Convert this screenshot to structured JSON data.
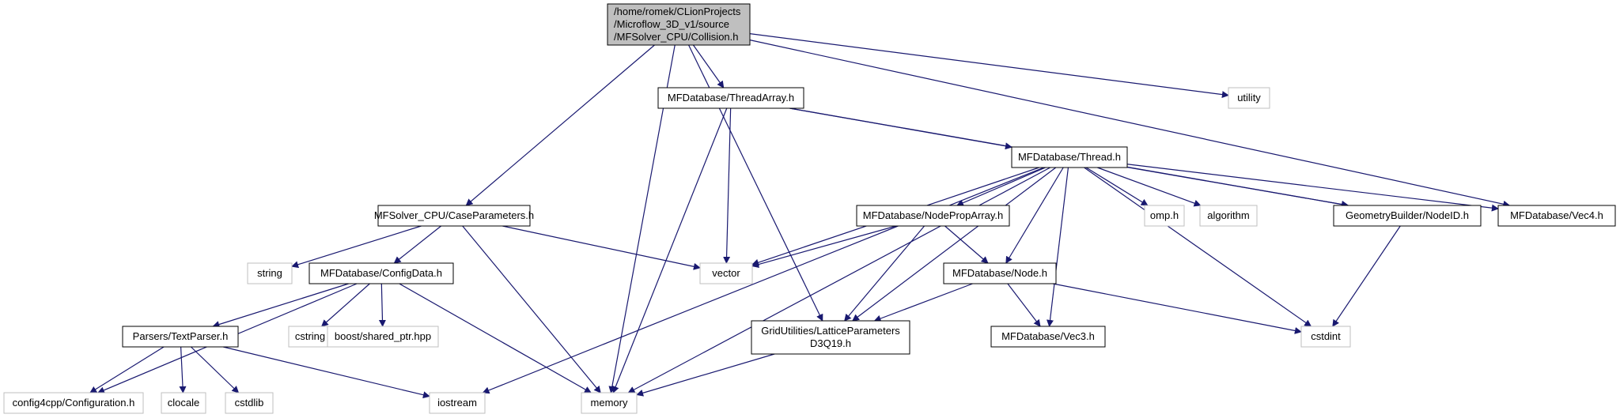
{
  "colors": {
    "edge": "#191970",
    "root_fill": "#bfbfbf",
    "node_stroke": "#000000",
    "external_stroke": "#bfbfbf",
    "background": "#ffffff"
  },
  "nodes": [
    {
      "id": "root",
      "lines": [
        "/home/romek/CLionProjects",
        "/Microflow_3D_v1/source",
        "/MFSolver_CPU/Collision.h"
      ],
      "kind": "root"
    },
    {
      "id": "utility",
      "lines": [
        "utility"
      ],
      "kind": "external"
    },
    {
      "id": "threadarray",
      "lines": [
        "MFDatabase/ThreadArray.h"
      ],
      "kind": "documented"
    },
    {
      "id": "thread",
      "lines": [
        "MFDatabase/Thread.h"
      ],
      "kind": "documented"
    },
    {
      "id": "caseparams",
      "lines": [
        "MFSolver_CPU/CaseParameters.h"
      ],
      "kind": "documented"
    },
    {
      "id": "nodeproparray",
      "lines": [
        "MFDatabase/NodePropArray.h"
      ],
      "kind": "documented"
    },
    {
      "id": "omp",
      "lines": [
        "omp.h"
      ],
      "kind": "external"
    },
    {
      "id": "algorithm",
      "lines": [
        "algorithm"
      ],
      "kind": "external"
    },
    {
      "id": "nodeid",
      "lines": [
        "GeometryBuilder/NodeID.h"
      ],
      "kind": "documented"
    },
    {
      "id": "vec4",
      "lines": [
        "MFDatabase/Vec4.h"
      ],
      "kind": "documented"
    },
    {
      "id": "string",
      "lines": [
        "string"
      ],
      "kind": "external"
    },
    {
      "id": "configdata",
      "lines": [
        "MFDatabase/ConfigData.h"
      ],
      "kind": "documented"
    },
    {
      "id": "vector",
      "lines": [
        "vector"
      ],
      "kind": "external"
    },
    {
      "id": "node",
      "lines": [
        "MFDatabase/Node.h"
      ],
      "kind": "documented"
    },
    {
      "id": "textparser",
      "lines": [
        "Parsers/TextParser.h"
      ],
      "kind": "documented"
    },
    {
      "id": "cstring",
      "lines": [
        "cstring"
      ],
      "kind": "external"
    },
    {
      "id": "sharedptr",
      "lines": [
        "boost/shared_ptr.hpp"
      ],
      "kind": "external"
    },
    {
      "id": "latticeparams",
      "lines": [
        "GridUtilities/LatticeParameters",
        "D3Q19.h"
      ],
      "kind": "documented"
    },
    {
      "id": "vec3",
      "lines": [
        "MFDatabase/Vec3.h"
      ],
      "kind": "documented"
    },
    {
      "id": "cstdint",
      "lines": [
        "cstdint"
      ],
      "kind": "external"
    },
    {
      "id": "configuration",
      "lines": [
        "config4cpp/Configuration.h"
      ],
      "kind": "external"
    },
    {
      "id": "clocale",
      "lines": [
        "clocale"
      ],
      "kind": "external"
    },
    {
      "id": "cstdlib",
      "lines": [
        "cstdlib"
      ],
      "kind": "external"
    },
    {
      "id": "iostream",
      "lines": [
        "iostream"
      ],
      "kind": "external"
    },
    {
      "id": "memory",
      "lines": [
        "memory"
      ],
      "kind": "external"
    }
  ],
  "edges": [
    [
      "root",
      "utility"
    ],
    [
      "root",
      "threadarray"
    ],
    [
      "root",
      "caseparams"
    ],
    [
      "root",
      "vec4"
    ],
    [
      "root",
      "latticeparams"
    ],
    [
      "root",
      "memory"
    ],
    [
      "threadarray",
      "thread"
    ],
    [
      "threadarray",
      "nodeid"
    ],
    [
      "threadarray",
      "vector"
    ],
    [
      "threadarray",
      "memory"
    ],
    [
      "thread",
      "nodeproparray"
    ],
    [
      "thread",
      "omp"
    ],
    [
      "thread",
      "algorithm"
    ],
    [
      "thread",
      "nodeid"
    ],
    [
      "thread",
      "vec4"
    ],
    [
      "thread",
      "vector"
    ],
    [
      "thread",
      "node"
    ],
    [
      "thread",
      "latticeparams"
    ],
    [
      "thread",
      "vec3"
    ],
    [
      "thread",
      "cstdint"
    ],
    [
      "thread",
      "iostream"
    ],
    [
      "thread",
      "memory"
    ],
    [
      "caseparams",
      "string"
    ],
    [
      "caseparams",
      "configdata"
    ],
    [
      "caseparams",
      "vector"
    ],
    [
      "caseparams",
      "memory"
    ],
    [
      "nodeproparray",
      "vector"
    ],
    [
      "nodeproparray",
      "node"
    ],
    [
      "nodeproparray",
      "latticeparams"
    ],
    [
      "nodeid",
      "cstdint"
    ],
    [
      "configdata",
      "textparser"
    ],
    [
      "configdata",
      "cstring"
    ],
    [
      "configdata",
      "sharedptr"
    ],
    [
      "configdata",
      "configuration"
    ],
    [
      "configdata",
      "memory"
    ],
    [
      "node",
      "latticeparams"
    ],
    [
      "node",
      "vec3"
    ],
    [
      "node",
      "cstdint"
    ],
    [
      "textparser",
      "configuration"
    ],
    [
      "textparser",
      "clocale"
    ],
    [
      "textparser",
      "cstdlib"
    ],
    [
      "textparser",
      "iostream"
    ],
    [
      "latticeparams",
      "memory"
    ]
  ]
}
